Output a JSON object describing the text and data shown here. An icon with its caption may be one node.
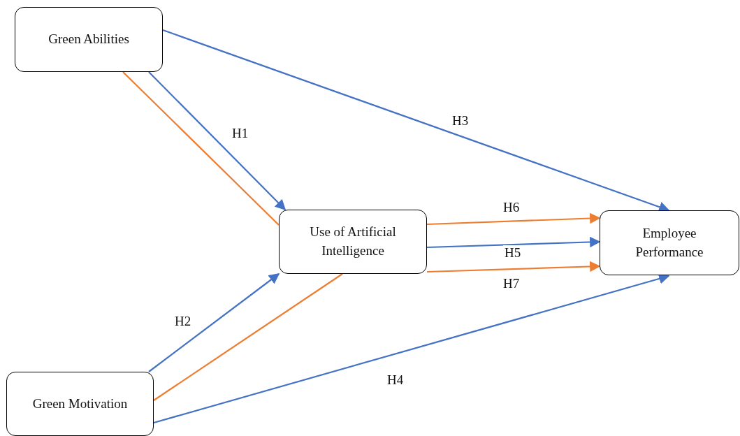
{
  "diagram": {
    "nodes": [
      {
        "text": [
          "Green Abilities"
        ]
      },
      {
        "text": [
          "Use of Artificial Intelligence"
        ]
      },
      {
        "text": [
          "Employee Performance"
        ]
      },
      {
        "text": [
          "Green Motivation"
        ]
      }
    ],
    "edges": [
      {
        "from": 0,
        "to": 1,
        "arrow": "to",
        "label": "H1"
      },
      {
        "from": 0,
        "to": 2,
        "arrow": "to",
        "label": "H3"
      },
      {
        "from": 0,
        "to": 1,
        "arrow": "none",
        "color": "#ed7d31"
      },
      {
        "from": 3,
        "to": 1,
        "arrow": "to",
        "label": "H2"
      },
      {
        "from": 3,
        "to": 2,
        "arrow": "to",
        "label": "H4"
      },
      {
        "from": 3,
        "to": 1,
        "arrow": "none",
        "color": "#ed7d31"
      },
      {
        "from": 1,
        "to": 2,
        "arrow": "to",
        "label": "H6",
        "color": "#ed7d31"
      },
      {
        "from": 1,
        "to": 2,
        "arrow": "to",
        "label": "H5"
      },
      {
        "from": 1,
        "to": 2,
        "arrow": "to",
        "label": "H7",
        "color": "#ed7d31"
      }
    ]
  }
}
